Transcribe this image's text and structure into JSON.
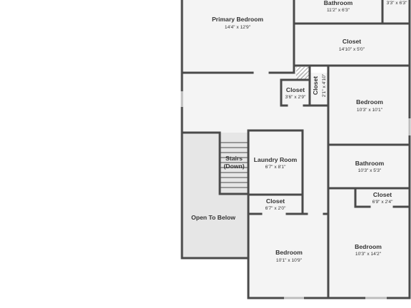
{
  "colors": {
    "wall": "#4a4a4a",
    "room_fill": "#f4f4f4",
    "open_area_fill": "#e6e6e6",
    "window": "#bdbdbd",
    "text": "#333333"
  },
  "rooms": {
    "primary_bedroom": {
      "name": "Primary Bedroom",
      "dim": "14'4\" x 12'9\""
    },
    "bathroom_top": {
      "name": "Bathroom",
      "dim": "11'2\" x 6'3\""
    },
    "small_top_right": {
      "dim": "3'3\" x 6'3\""
    },
    "closet_top": {
      "name": "Closet",
      "dim": "14'10\" x 5'0\""
    },
    "closet_small": {
      "name": "Closet",
      "dim": "3'6\" x 2'9\""
    },
    "closet_vertical": {
      "name": "Closet",
      "dim": "2'1\" x 4'10\""
    },
    "bedroom_right_1": {
      "name": "Bedroom",
      "dim": "10'3\" x 10'1\""
    },
    "stairs": {
      "name_line1": "Stairs",
      "name_line2": "(Down)"
    },
    "laundry_room": {
      "name": "Laundry Room",
      "dim": "6'7\" x 8'1\""
    },
    "bathroom_right": {
      "name": "Bathroom",
      "dim": "10'3\" x 5'3\""
    },
    "closet_laundry": {
      "name": "Closet",
      "dim": "6'7\" x 2'0\""
    },
    "closet_right": {
      "name": "Closet",
      "dim": "6'9\" x 2'4\""
    },
    "open_to_below": {
      "name": "Open To Below"
    },
    "bedroom_bottom_left": {
      "name": "Bedroom",
      "dim": "10'1\" x 10'9\""
    },
    "bedroom_bottom_right": {
      "name": "Bedroom",
      "dim": "10'3\" x 14'2\""
    }
  }
}
